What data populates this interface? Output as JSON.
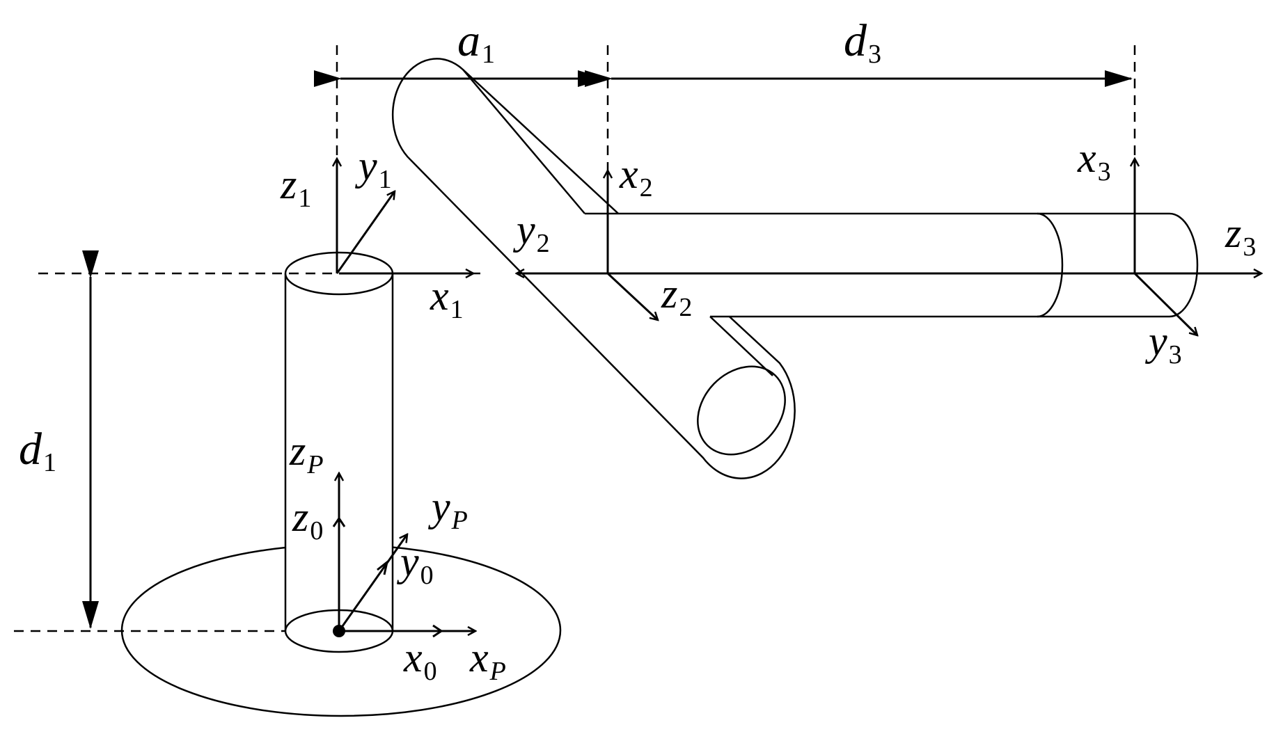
{
  "dimensions": {
    "a1": {
      "main": "a",
      "sub": "1"
    },
    "d3": {
      "main": "d",
      "sub": "3"
    },
    "d1": {
      "main": "d",
      "sub": "1"
    }
  },
  "frames": {
    "frame0": {
      "x": {
        "main": "x",
        "sub": "0"
      },
      "y": {
        "main": "y",
        "sub": "0"
      },
      "z": {
        "main": "z",
        "sub": "0"
      }
    },
    "frameP": {
      "x": {
        "main": "x",
        "sub": "P"
      },
      "y": {
        "main": "y",
        "sub": "P"
      },
      "z": {
        "main": "z",
        "sub": "P"
      }
    },
    "frame1": {
      "x": {
        "main": "x",
        "sub": "1"
      },
      "y": {
        "main": "y",
        "sub": "1"
      },
      "z": {
        "main": "z",
        "sub": "1"
      }
    },
    "frame2": {
      "x": {
        "main": "x",
        "sub": "2"
      },
      "y": {
        "main": "y",
        "sub": "2"
      },
      "z": {
        "main": "z",
        "sub": "2"
      }
    },
    "frame3": {
      "x": {
        "main": "x",
        "sub": "3"
      },
      "y": {
        "main": "y",
        "sub": "3"
      },
      "z": {
        "main": "z",
        "sub": "3"
      }
    }
  },
  "colors": {
    "stroke": "#000000",
    "background": "#ffffff"
  }
}
